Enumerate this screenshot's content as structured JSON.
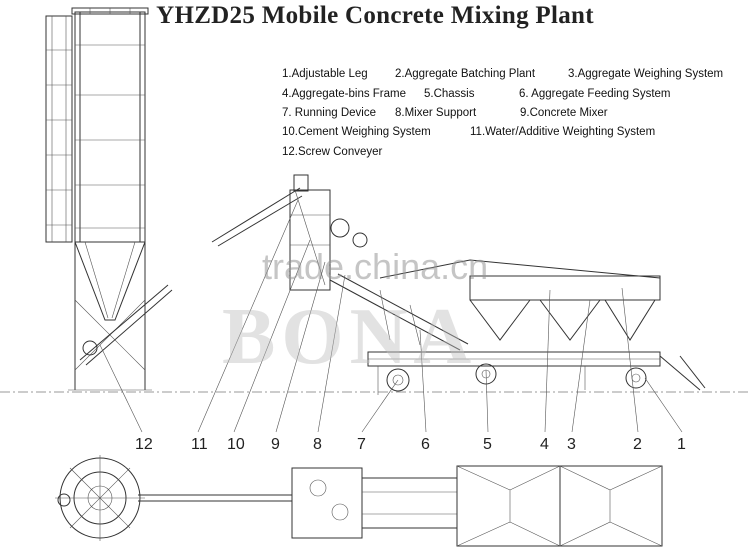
{
  "title": "YHZD25 Mobile Concrete Mixing Plant",
  "legend": [
    "1.Adjustable Leg",
    "2.Aggregate Batching Plant",
    "3.Aggregate Weighing System",
    "4.Aggregate-bins Frame",
    "5.Chassis",
    "6. Aggregate Feeding System",
    "7. Running Device",
    "8.Mixer Support",
    "9.Concrete Mixer",
    "10.Cement Weighing System",
    "11.Water/Additive Weighting System",
    "12.Screw Conveyer"
  ],
  "watermarks": [
    "trade.china.cn",
    "BONA"
  ],
  "callouts": [
    "12",
    "11",
    "10",
    "9",
    "8",
    "7",
    "6",
    "5",
    "4",
    "3",
    "2",
    "1"
  ]
}
